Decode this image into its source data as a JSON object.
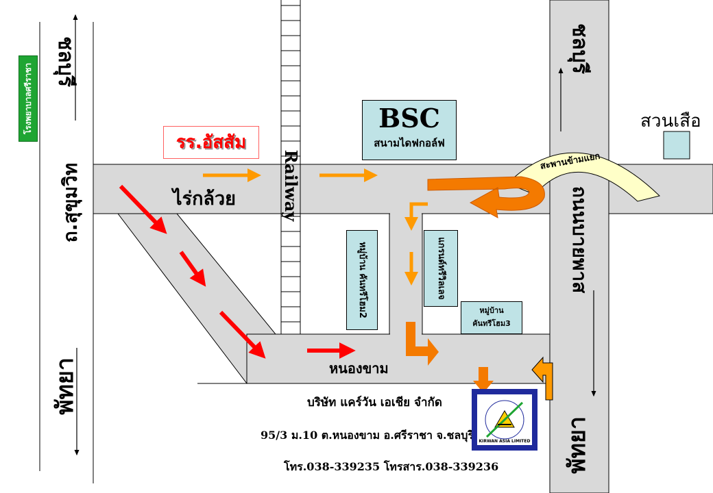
{
  "labels": {
    "top_left_dest": "ชลบุรี",
    "sukhumvit": "ถ.สุขุมวิท",
    "bottom_left_dest": "พัทยา",
    "school": "รร.อัสสัม",
    "rai_kluai": "ไร่กล้วย",
    "railway": "Railway",
    "bsc": "BSC",
    "bsc_sub": "สนามไดฟกอล์ฟ",
    "bridge": "สะพานข้ามแยก",
    "suan_suea": "สวนเสือ",
    "top_right_dest": "ชลบุรี",
    "bypass": "ถนนบายพาส",
    "bottom_right_dest": "พัทยา",
    "village2": "หมู่บ้าน คันทรีโฮม2",
    "grand_ville": "แกรนด์ทรีวิลเลจ",
    "village3_line1": "หมู่บ้าน",
    "village3_line2": "คันทรีโฮม3",
    "nong_kham": "หนองขาม",
    "hospital_sign": "โรงพยาบาลศรีราชา",
    "company_name": "บริษัท แคร์วัน เอเชีย จำกัด",
    "address": "95/3 ม.10 ต.หนองขาม อ.ศรีราชา จ.ชลบุรี 20280",
    "contact": "โทร.038-339235  โทรสาร.038-339236",
    "logo_text": "KIRWAN ASIA LIMITED"
  },
  "colors": {
    "road": "#d9d9d9",
    "box_fill": "#bfe3e6",
    "arrow_red": "#ff0000",
    "arrow_orange": "#ff9a00",
    "arrow_dark_orange": "#f47a00",
    "bridge_fill": "#ffffc8",
    "sign_green": "#1fa533",
    "logo_border": "#1f2a9c",
    "school_text": "#ff0000"
  }
}
